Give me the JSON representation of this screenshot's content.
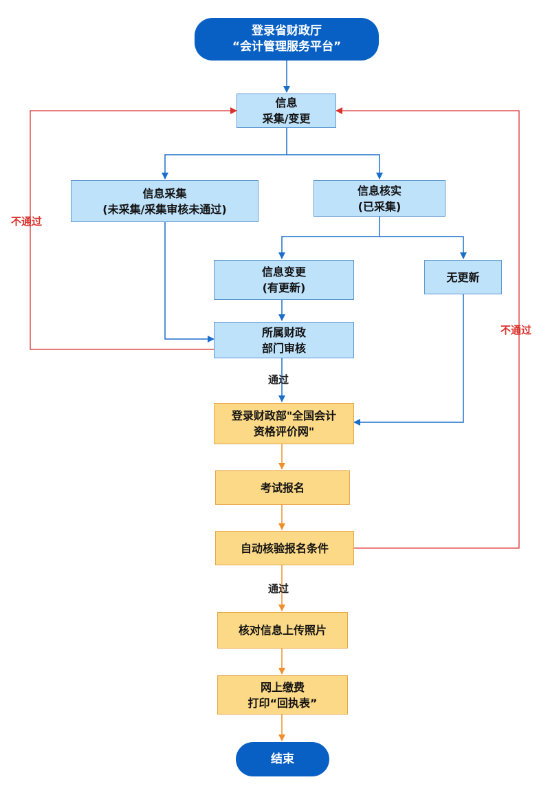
{
  "start": {
    "line1": "登录省财政厅",
    "line2": "“会计管理服务平台”"
  },
  "info_collect_change": {
    "line1": "信息",
    "line2": "采集/变更"
  },
  "info_collect": {
    "line1": "信息采集",
    "line2": "(未采集/采集审核未通过)"
  },
  "info_verify": {
    "line1": "信息核实",
    "line2": "(已采集)"
  },
  "info_change": {
    "line1": "信息变更",
    "line2": "(有更新)"
  },
  "no_update": {
    "line1": "无更新"
  },
  "dept_review": {
    "line1": "所属财政",
    "line2": "部门审核"
  },
  "login_mof": {
    "line1": "登录财政部\"全国会计",
    "line2": "资格评价网\""
  },
  "exam_register": {
    "line1": "考试报名"
  },
  "auto_check": {
    "line1": "自动核验报名条件"
  },
  "upload_photo": {
    "line1": "核对信息上传照片"
  },
  "payment": {
    "line1": "网上缴费",
    "line2": "打印“回执表”"
  },
  "end": {
    "line1": "结束"
  },
  "labels": {
    "fail_left": "不通过",
    "fail_right": "不通过",
    "pass_1": "通过",
    "pass_2": "通过"
  },
  "colors": {
    "blue_arrow": "#1b6fca",
    "orange_arrow": "#ef8f2b",
    "red_line": "#d9322d",
    "pill_fill": "#0860c4",
    "blue_fill": "#bfe2fb",
    "orange_fill": "#fcd987"
  }
}
